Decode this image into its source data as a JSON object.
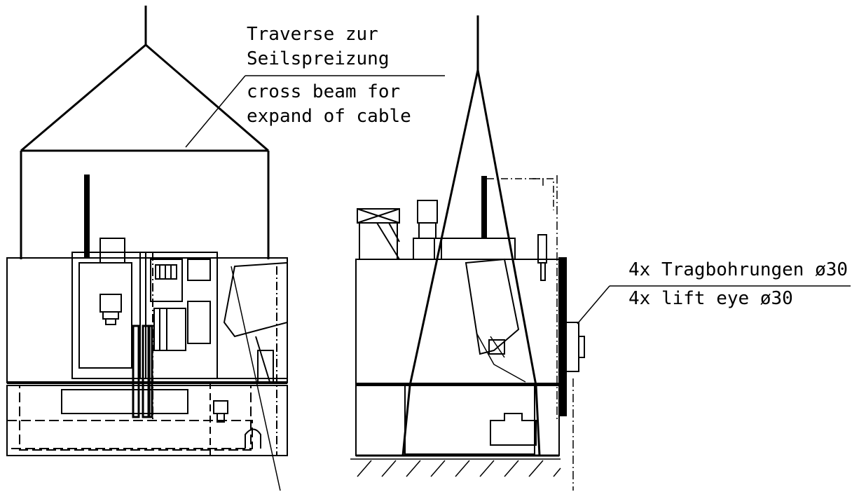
{
  "labels": {
    "traverse_de_line1": "Traverse zur",
    "traverse_de_line2": "Seilspreizung",
    "traverse_en_line1": "cross beam for",
    "traverse_en_line2": "expand of cable",
    "lift_de": "4x Tragbohrungen ø30",
    "lift_en": "4x lift eye ø30"
  }
}
